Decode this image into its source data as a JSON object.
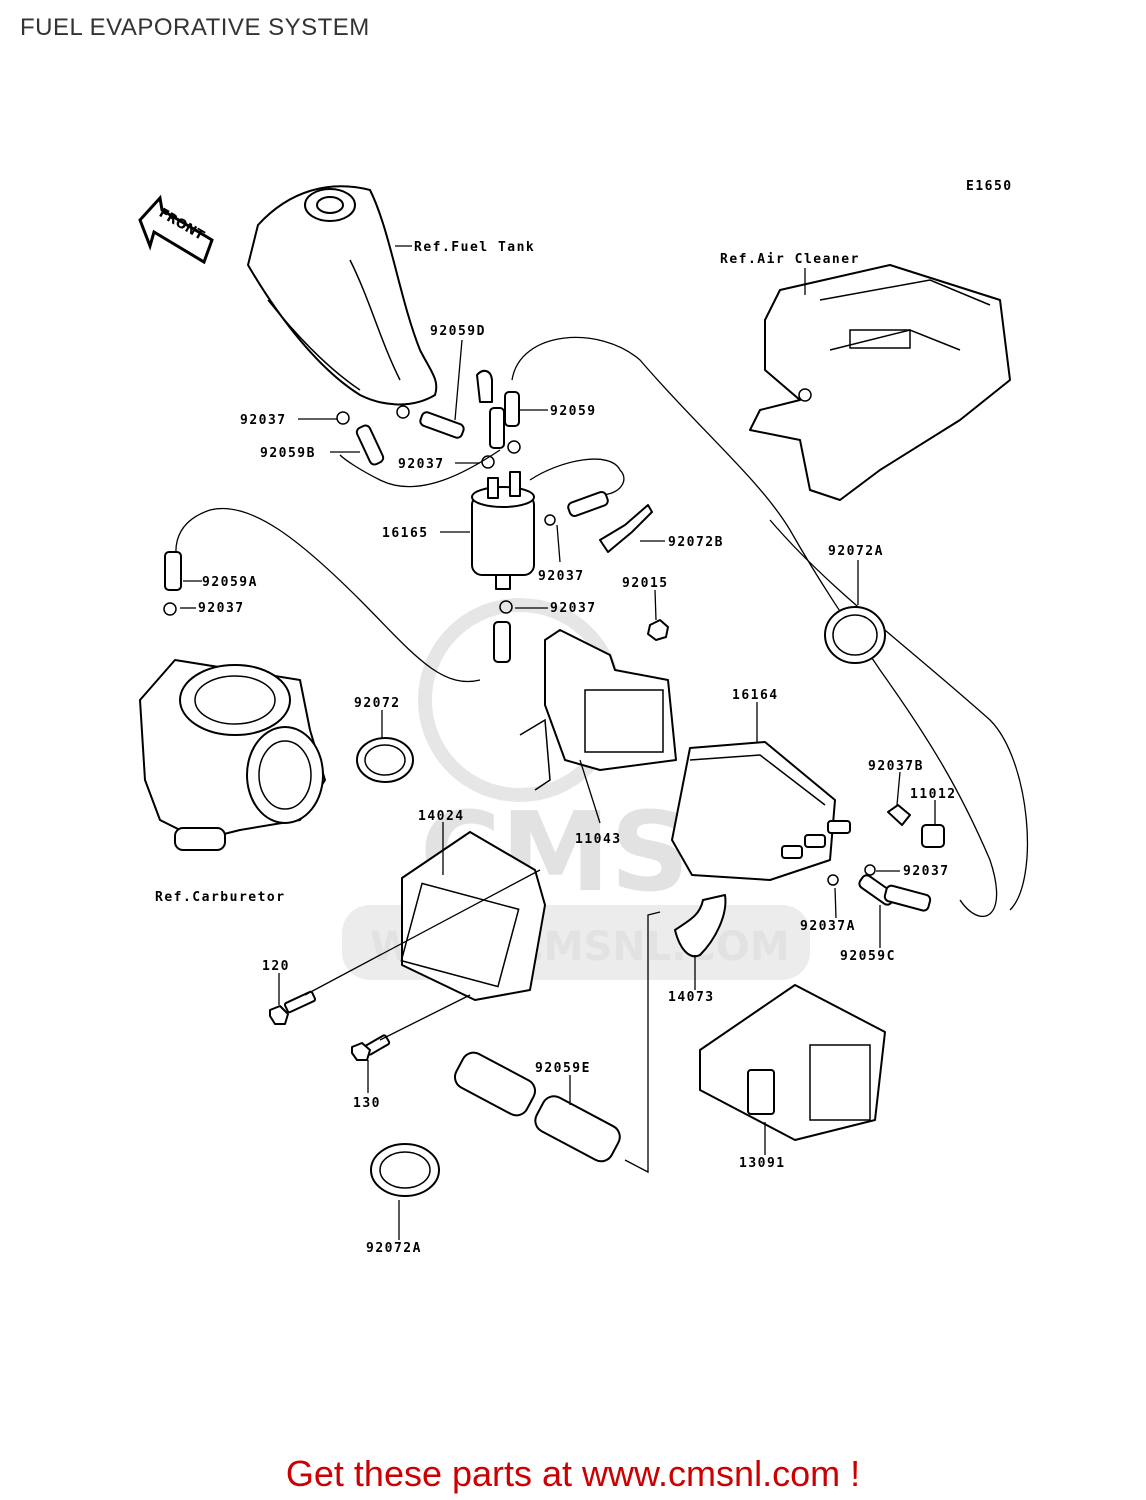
{
  "title": "FUEL EVAPORATIVE SYSTEM",
  "diagram_code": "E1650",
  "front_label": "FRONT",
  "watermark": {
    "brand": "CMS",
    "url": "WWW.CMSNL.COM"
  },
  "references": {
    "fuel_tank": "Ref.Fuel Tank",
    "air_cleaner": "Ref.Air Cleaner",
    "carburetor": "Ref.Carburetor"
  },
  "parts": {
    "p92059D": "92059D",
    "p92037_a": "92037",
    "p92059": "92059",
    "p92059B": "92059B",
    "p92037_b": "92037",
    "p16165": "16165",
    "p92072B": "92072B",
    "p92037_c": "92037",
    "p92059A": "92059A",
    "p92037_d": "92037",
    "p92015": "92015",
    "p92037_e": "92037",
    "p92072A_top": "92072A",
    "p92072": "92072",
    "p16164": "16164",
    "p92037B": "92037B",
    "p11012": "11012",
    "p14024": "14024",
    "p11043": "11043",
    "p92037_f": "92037",
    "p92037A": "92037A",
    "p92059C": "92059C",
    "p120": "120",
    "p14073": "14073",
    "p130": "130",
    "p92059E": "92059E",
    "p13091": "13091",
    "p92072A_bottom": "92072A"
  },
  "footer": "Get these parts at www.cmsnl.com !"
}
